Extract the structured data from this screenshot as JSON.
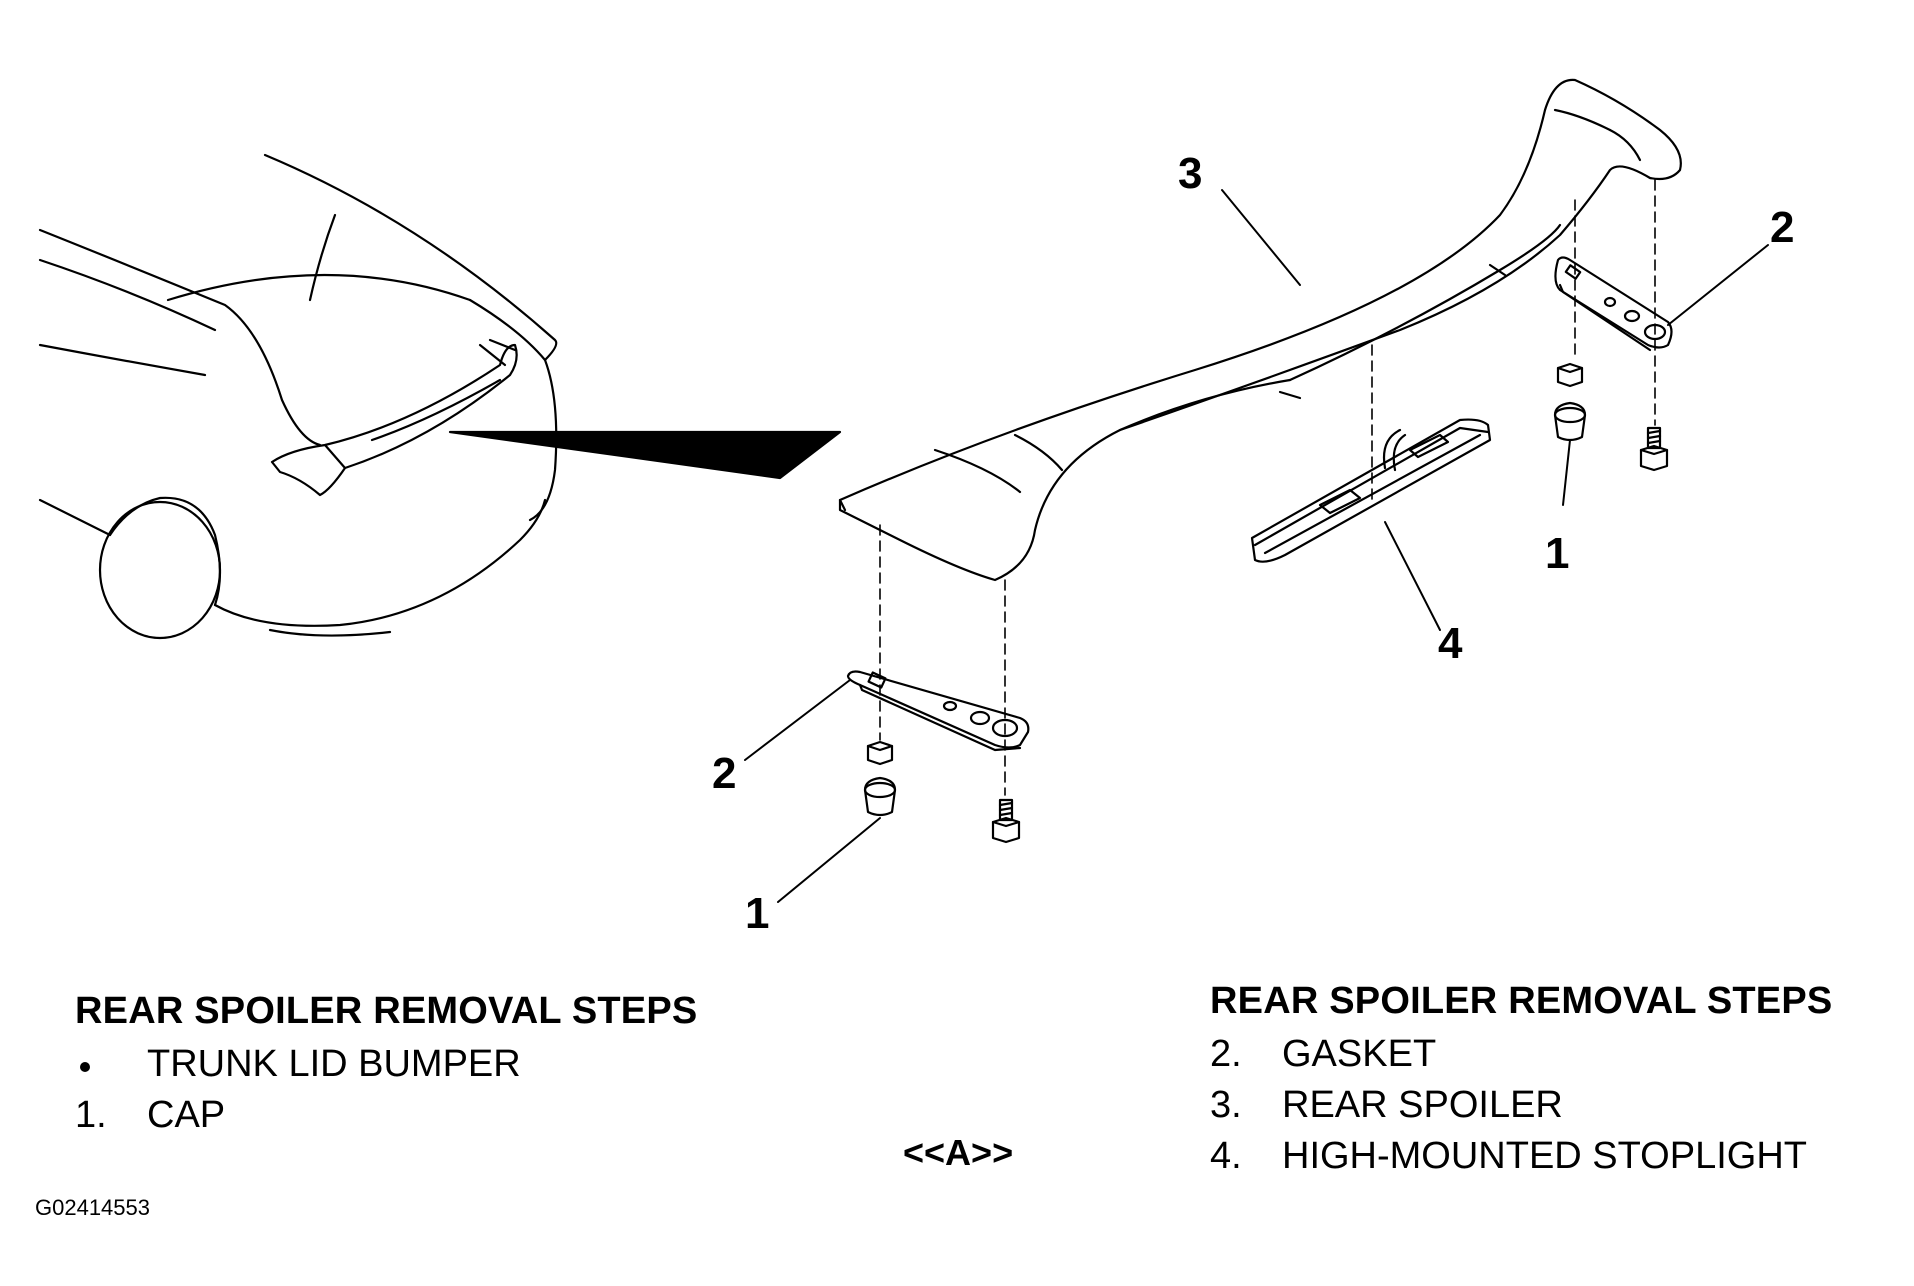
{
  "callouts": {
    "spoiler": "3",
    "gasket_right": "2",
    "cap_right": "1",
    "stoplight": "4",
    "gasket_left": "2",
    "cap_left": "1"
  },
  "legend_left": {
    "title": "REAR SPOILER REMOVAL STEPS",
    "items": [
      {
        "marker": "",
        "label": "TRUNK LID BUMPER"
      },
      {
        "marker": "1.",
        "label": "CAP"
      }
    ]
  },
  "legend_right": {
    "title": "REAR SPOILER REMOVAL STEPS",
    "items": [
      {
        "marker": "2.",
        "label": "GASKET"
      },
      {
        "marker": "3.",
        "label": "REAR SPOILER"
      },
      {
        "marker": "4.",
        "label": "HIGH-MOUNTED STOPLIGHT"
      }
    ]
  },
  "reference_label": "<<A>>",
  "figure_id": "G02414553"
}
